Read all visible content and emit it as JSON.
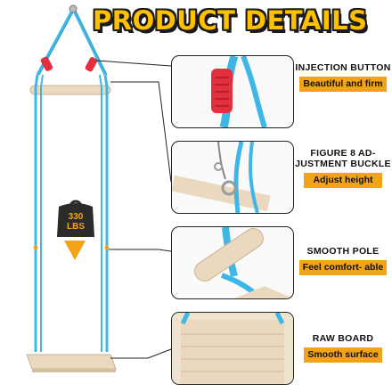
{
  "header": {
    "title": "PRODUCT DETAILS"
  },
  "weight_badge": {
    "value": "330",
    "unit": "LBS"
  },
  "features": [
    {
      "title": "INJECTION BUTTON",
      "subtitle": "Beautiful and firm"
    },
    {
      "title": "FIGURE 8 AD- JUSTMENT BUCKLE",
      "subtitle": "Adjust height"
    },
    {
      "title": "SMOOTH POLE",
      "subtitle": "Feel comfort- able"
    },
    {
      "title": "RAW BOARD",
      "subtitle": "Smooth surface"
    }
  ],
  "colors": {
    "rope": "#3fb7e6",
    "accent": "#f3a316",
    "title_fill": "#ffc000",
    "button_red": "#e3303f",
    "wood": "#ead9bf"
  }
}
